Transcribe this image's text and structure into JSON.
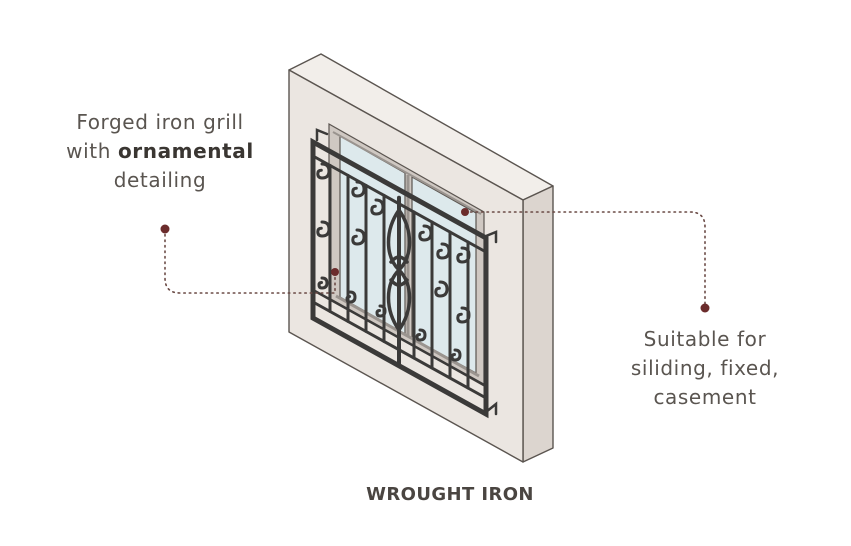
{
  "callout_left": {
    "line1": "Forged iron grill",
    "line2_prefix": "with ",
    "line2_bold": "ornamental",
    "line3": "detailing"
  },
  "callout_right": {
    "line1": "Suitable for",
    "line2": "siliding, fixed,",
    "line3": "casement"
  },
  "caption": "WROUGHT IRON",
  "colors": {
    "wall_front": "#ebe6e1",
    "wall_side": "#dcd5cf",
    "wall_top": "#f2eeea",
    "outline": "#5b5550",
    "glass": "#dde9ec",
    "iron": "#3b3a39",
    "leader_dot": "#6b2c2c",
    "text": "#5a5550"
  }
}
